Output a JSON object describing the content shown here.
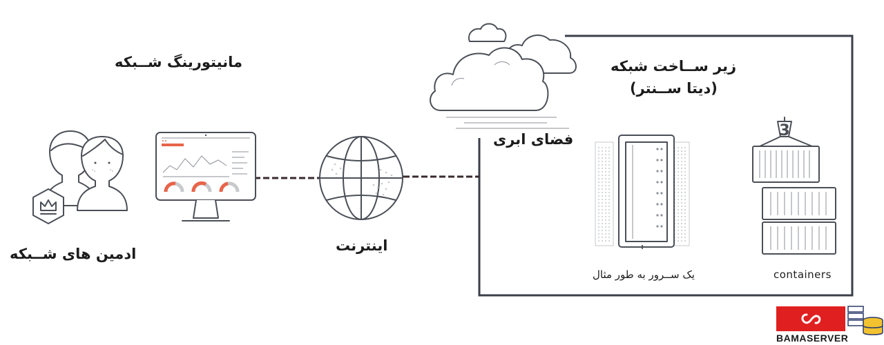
{
  "labels": {
    "network_monitoring": "مانیتورینگ شــبکه",
    "network_admins": "ادمین های شــبکه",
    "internet": "اینترنت",
    "cloud_space": "فضای ابری",
    "infrastructure_line1": "زیر ســاخت شبکه",
    "infrastructure_line2": "(دیتا ســنتر)",
    "server_example": "یک ســرور به طور مثال",
    "containers": "containers"
  },
  "brand": {
    "name": "BAMASERVER",
    "red": "#e02020"
  },
  "colors": {
    "line": "#4a4e56",
    "connector": "#3a2a2c",
    "accent": "#e8644a"
  }
}
